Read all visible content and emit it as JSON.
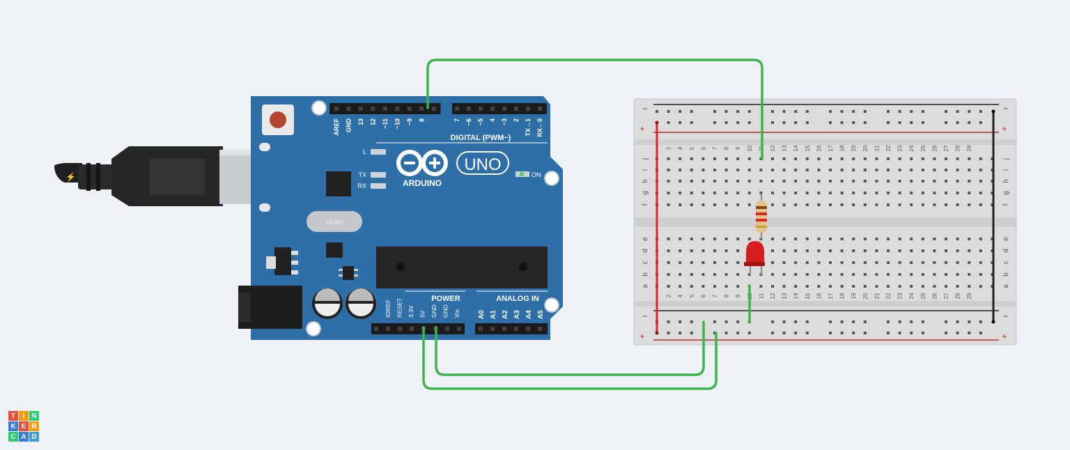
{
  "arduino": {
    "digital_pins": [
      "AREF",
      "GND",
      "13",
      "12",
      "~11",
      "~10",
      "~9",
      "8",
      "7",
      "~6",
      "~5",
      "4",
      "~3",
      "2",
      "TX→1",
      "RX←0"
    ],
    "digital_label": "DIGITAL (PWM~)",
    "power_pins": [
      "IOREF",
      "RESET",
      "3.3V",
      "5V",
      "GND",
      "GND",
      "Vin"
    ],
    "power_label": "POWER",
    "analog_pins": [
      "A0",
      "A1",
      "A2",
      "A3",
      "A4",
      "A5"
    ],
    "analog_label": "ANALOG IN",
    "brand": "ARDUINO",
    "model": "UNO",
    "led_l": "L",
    "led_tx": "TX",
    "led_rx": "RX",
    "led_on": "ON",
    "crystal": "16.000",
    "board_color": "#2f6fa7"
  },
  "breadboard": {
    "columns": [
      "2",
      "4",
      "5",
      "6",
      "7",
      "8",
      "9",
      "10",
      "11",
      "12",
      "13",
      "14",
      "15",
      "16",
      "17",
      "18",
      "19",
      "20",
      "21",
      "22",
      "23",
      "24",
      "25",
      "26",
      "27",
      "28",
      "29"
    ],
    "rows_top": [
      "j",
      "i",
      "h",
      "g",
      "f"
    ],
    "rows_bottom": [
      "e",
      "d",
      "c",
      "b",
      "a"
    ],
    "rail_minus": "−",
    "rail_plus": "+"
  },
  "wires": {
    "color": "#3cb44b"
  },
  "logo": {
    "letters": [
      "T",
      "I",
      "N",
      "K",
      "E",
      "R",
      "C",
      "A",
      "D"
    ],
    "colors": [
      "#e64b3c",
      "#f39c12",
      "#2ecc71",
      "#3a7bd5",
      "#e64b3c",
      "#f39c12",
      "#2ecc71",
      "#3a7bd5",
      "#3a9ed5"
    ]
  }
}
